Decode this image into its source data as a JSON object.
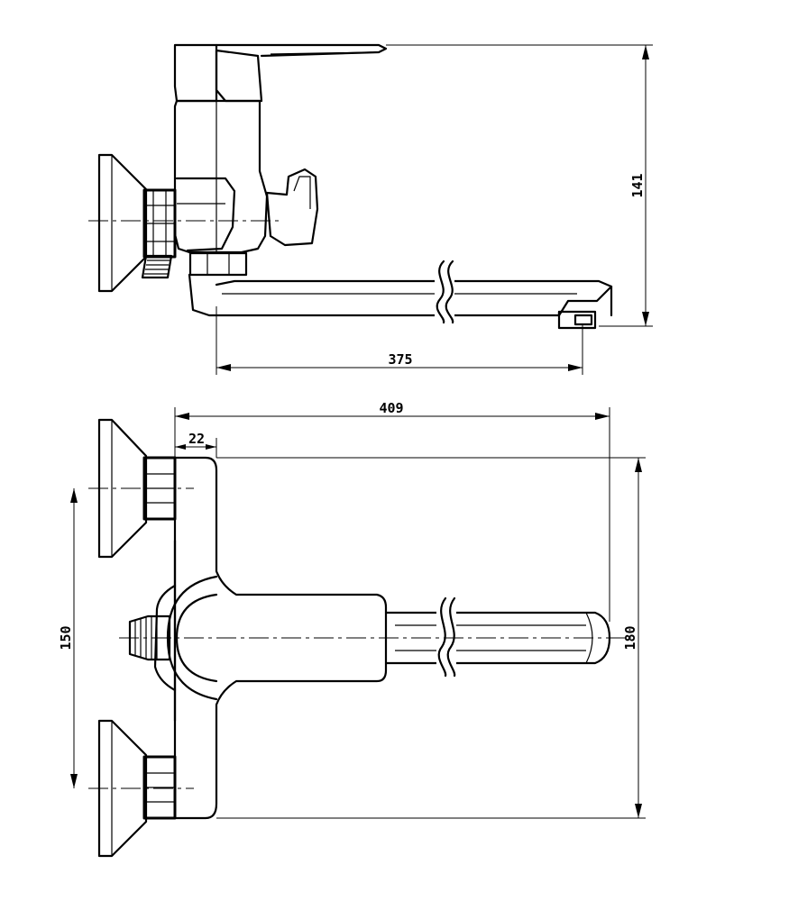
{
  "dimensions": {
    "height_side": "141",
    "spout_reach": "375",
    "overall_length": "409",
    "wall_offset": "22",
    "inlet_spacing": "150",
    "overall_height": "180"
  }
}
